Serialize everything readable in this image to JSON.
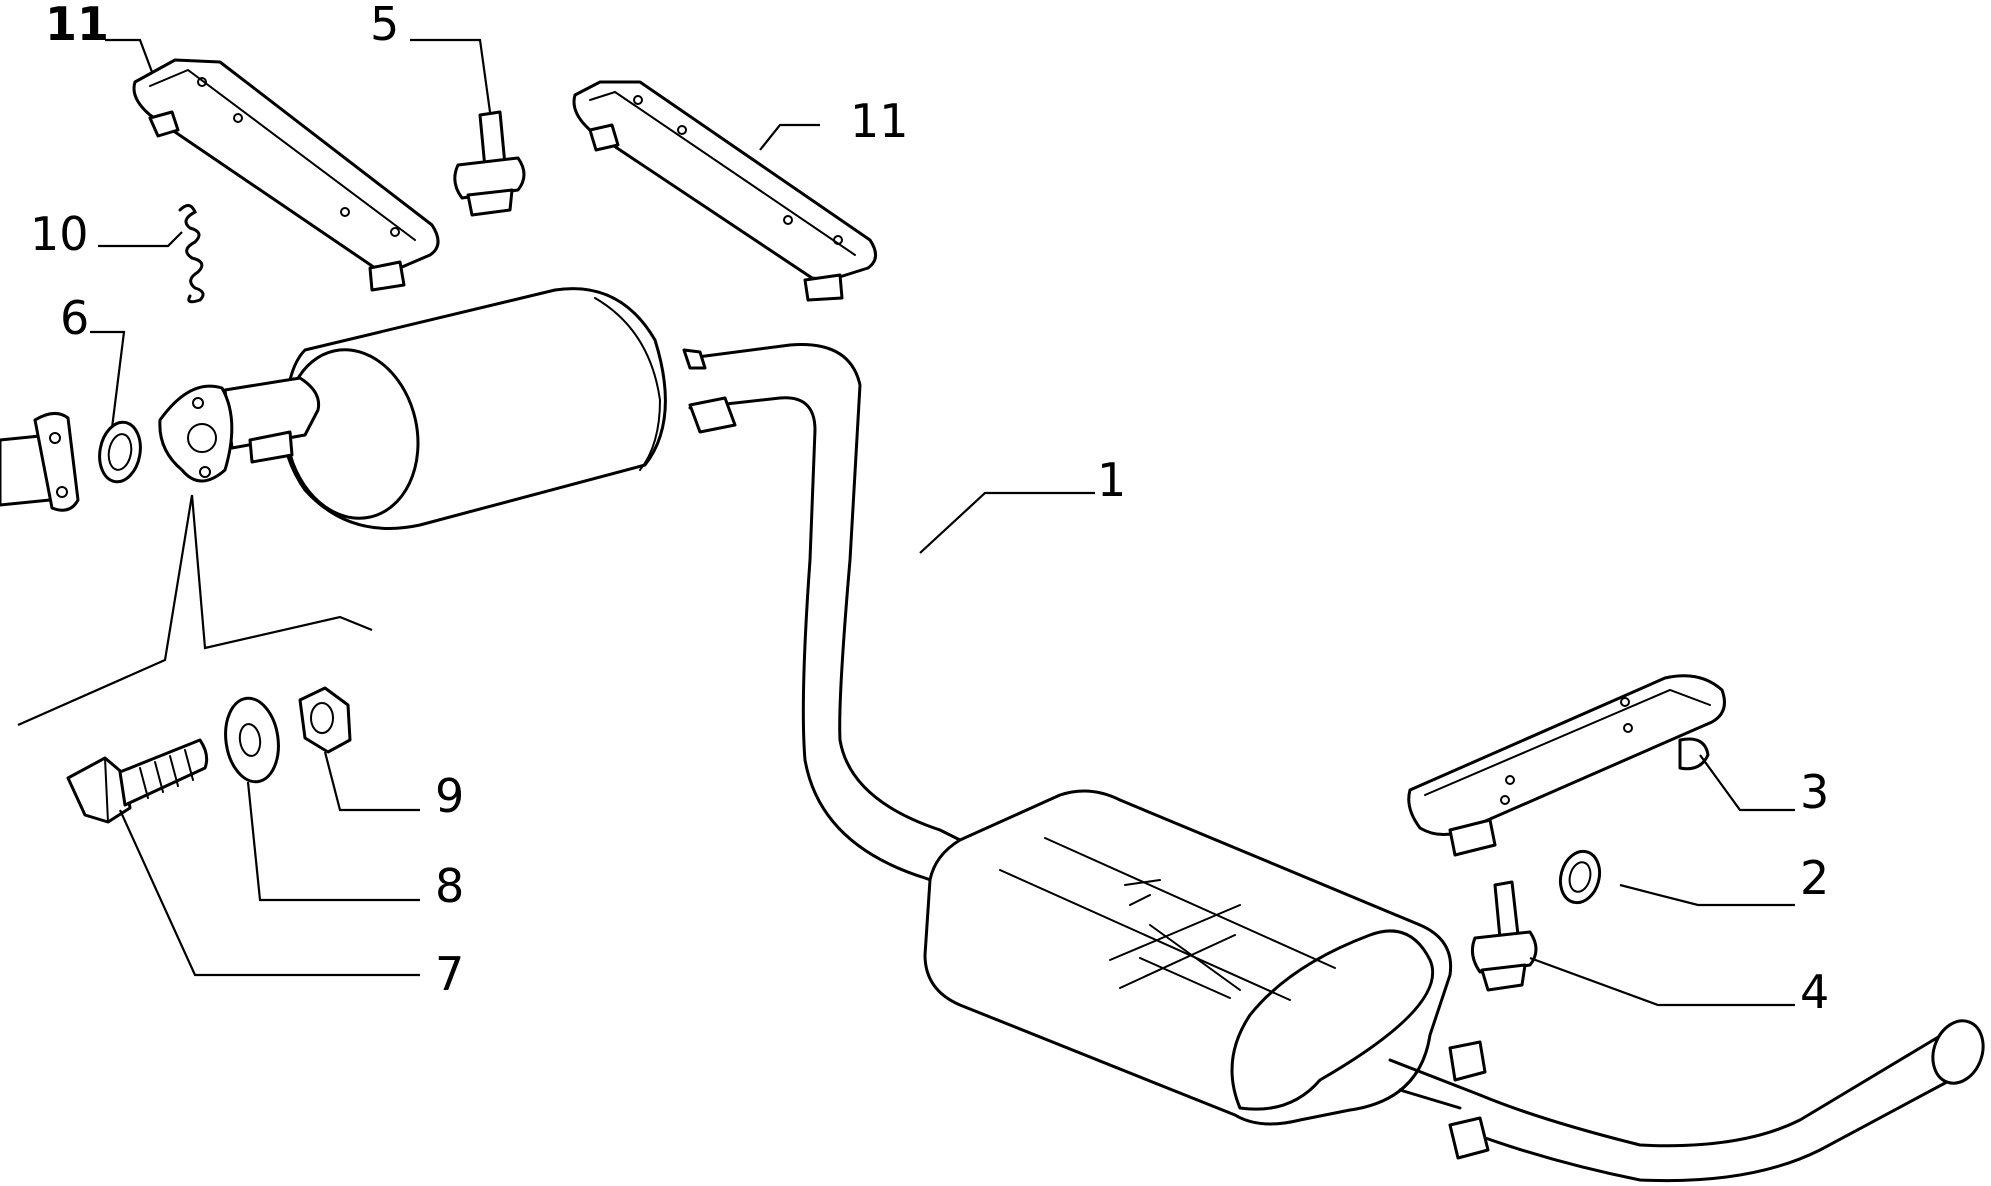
{
  "diagram": {
    "callouts": [
      {
        "id": "c1",
        "label": "1"
      },
      {
        "id": "c2",
        "label": "2"
      },
      {
        "id": "c3",
        "label": "3"
      },
      {
        "id": "c4",
        "label": "4"
      },
      {
        "id": "c5",
        "label": "5"
      },
      {
        "id": "c6",
        "label": "6"
      },
      {
        "id": "c7",
        "label": "7"
      },
      {
        "id": "c8",
        "label": "8"
      },
      {
        "id": "c9",
        "label": "9"
      },
      {
        "id": "c10",
        "label": "10"
      },
      {
        "id": "c11a",
        "label": "11"
      },
      {
        "id": "c11b",
        "label": "11"
      }
    ]
  }
}
